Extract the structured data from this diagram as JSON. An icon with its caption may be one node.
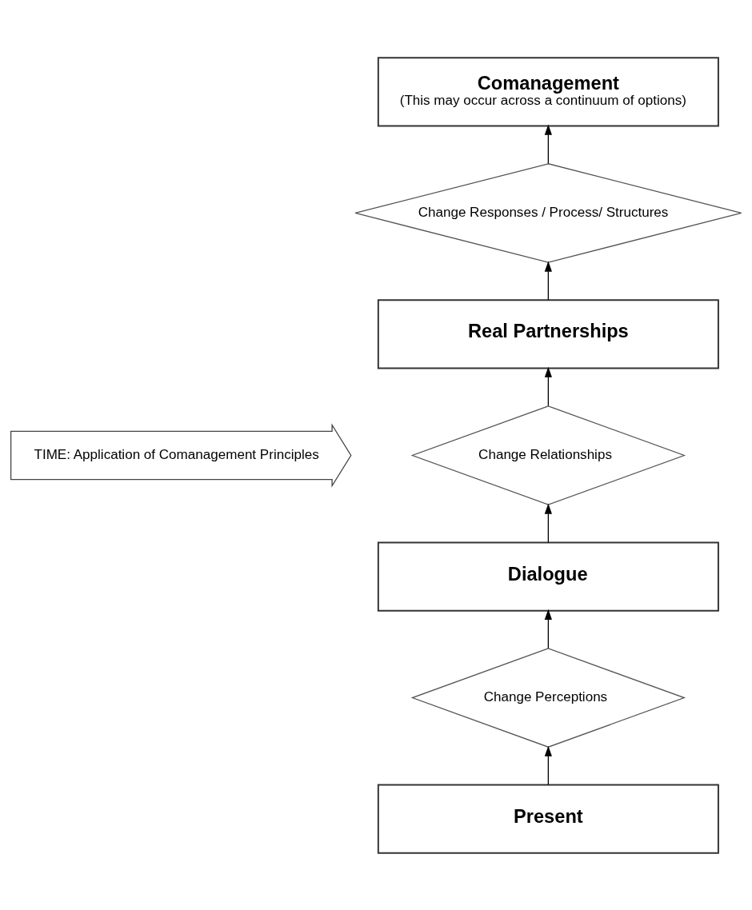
{
  "diagram": {
    "nodes": [
      {
        "text": [
          "Comanagement",
          "(This may occur across a continuum of options)"
        ]
      },
      {
        "text": [
          "Change Responses / Process/ Structures"
        ]
      },
      {
        "text": [
          "Real Partnerships"
        ]
      },
      {
        "text": [
          "Change Relationships"
        ]
      },
      {
        "text": [
          "Dialogue"
        ]
      },
      {
        "text": [
          "Change Perceptions"
        ]
      },
      {
        "text": [
          "Present"
        ]
      },
      {
        "text": [
          "TIME: Application of Comanagement Principles"
        ]
      }
    ],
    "edges": [
      {
        "from": 6,
        "to": 5,
        "arrow": "to"
      },
      {
        "from": 5,
        "to": 4,
        "arrow": "to"
      },
      {
        "from": 4,
        "to": 3,
        "arrow": "to"
      },
      {
        "from": 3,
        "to": 2,
        "arrow": "to"
      },
      {
        "from": 2,
        "to": 1,
        "arrow": "to"
      },
      {
        "from": 1,
        "to": 0,
        "arrow": "to"
      }
    ]
  }
}
